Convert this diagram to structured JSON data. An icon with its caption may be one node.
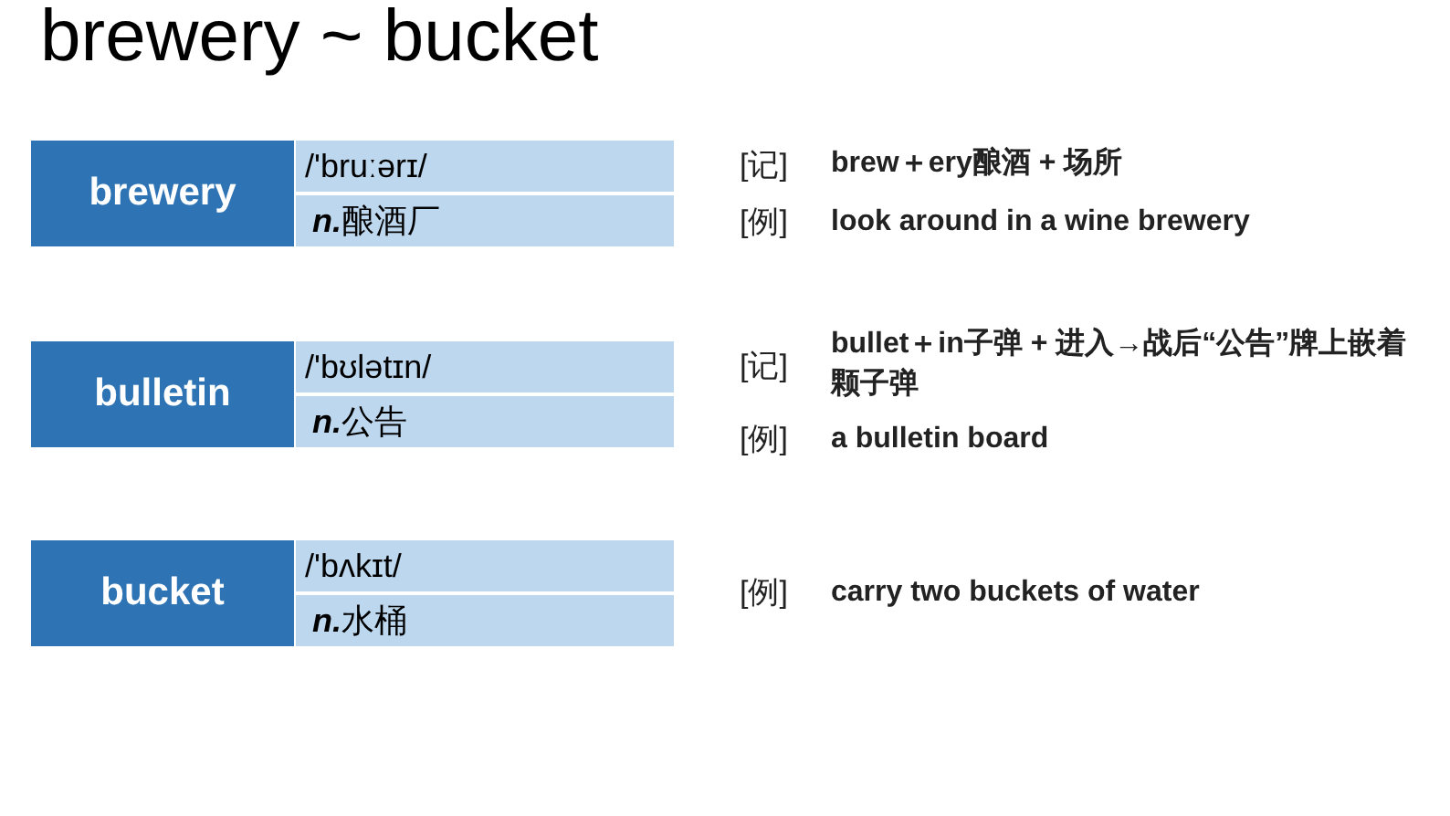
{
  "diagram": {
    "title": "brewery ~ bucket",
    "nodes": [
      {
        "text": [
          "brewery",
          "/'bruːərɪ/",
          "n.",
          "酿酒厂"
        ],
        "beside": [
          "[记]",
          "brew＋ery酿酒 + 场所",
          "[例]",
          "look around in a wine brewery"
        ]
      },
      {
        "text": [
          "bulletin",
          "/'bʊlətɪn/",
          "n.",
          "公告"
        ],
        "beside": [
          "[记]",
          "bullet＋in子弹 + 进入→战后“公告”牌上嵌着颗子弹",
          "[例]",
          "a bulletin board"
        ]
      },
      {
        "text": [
          "bucket",
          "/'bʌkɪt/",
          "n.",
          "水桶"
        ],
        "beside": [
          "[例]",
          "carry two buckets of water"
        ]
      }
    ]
  }
}
